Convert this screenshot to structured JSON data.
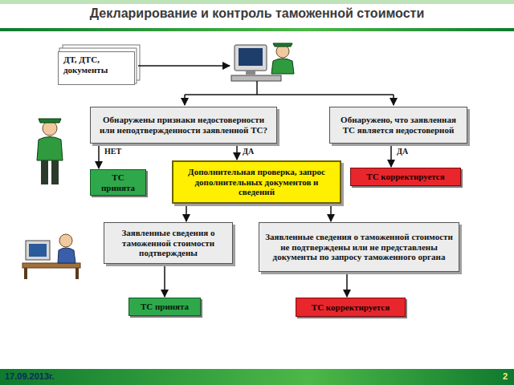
{
  "diagram": {
    "title": "Декларирование и контроль таможенной стоимости",
    "nodes": [
      {
        "text": [
          "ДТ, ДТС, документы"
        ]
      },
      {
        "text": [
          "Обнаружены признаки недостоверности или неподтвержденности заявленной ТС?"
        ]
      },
      {
        "text": [
          "Обнаружено, что заявленная ТС является недостоверной"
        ]
      },
      {
        "text": [
          "ТС принята"
        ]
      },
      {
        "text": [
          "Дополнительная проверка, запрос дополнительных документов и сведений"
        ]
      },
      {
        "text": [
          "ТС корректируется"
        ]
      },
      {
        "text": [
          "Заявленные сведения о таможенной стоимости подтверждены"
        ]
      },
      {
        "text": [
          "Заявленные сведения о таможенной стоимости не подтверждены или не представлены документы по запросу таможенного органа"
        ]
      },
      {
        "text": [
          "ТС принята"
        ]
      },
      {
        "text": [
          "ТС корректируется"
        ]
      }
    ],
    "edges": [
      {
        "from": 1,
        "to": 3,
        "label": "НЕТ",
        "arrow": "to"
      },
      {
        "from": 1,
        "to": 4,
        "label": "ДА",
        "arrow": "to"
      },
      {
        "from": 2,
        "to": 5,
        "label": "ДА",
        "arrow": "to"
      },
      {
        "from": 4,
        "to": 6,
        "arrow": "to"
      },
      {
        "from": 4,
        "to": 7,
        "arrow": "to"
      },
      {
        "from": 6,
        "to": 8,
        "arrow": "to"
      },
      {
        "from": 7,
        "to": 9,
        "arrow": "to"
      }
    ],
    "labels": [
      "17.09.2013г.",
      "2"
    ]
  }
}
